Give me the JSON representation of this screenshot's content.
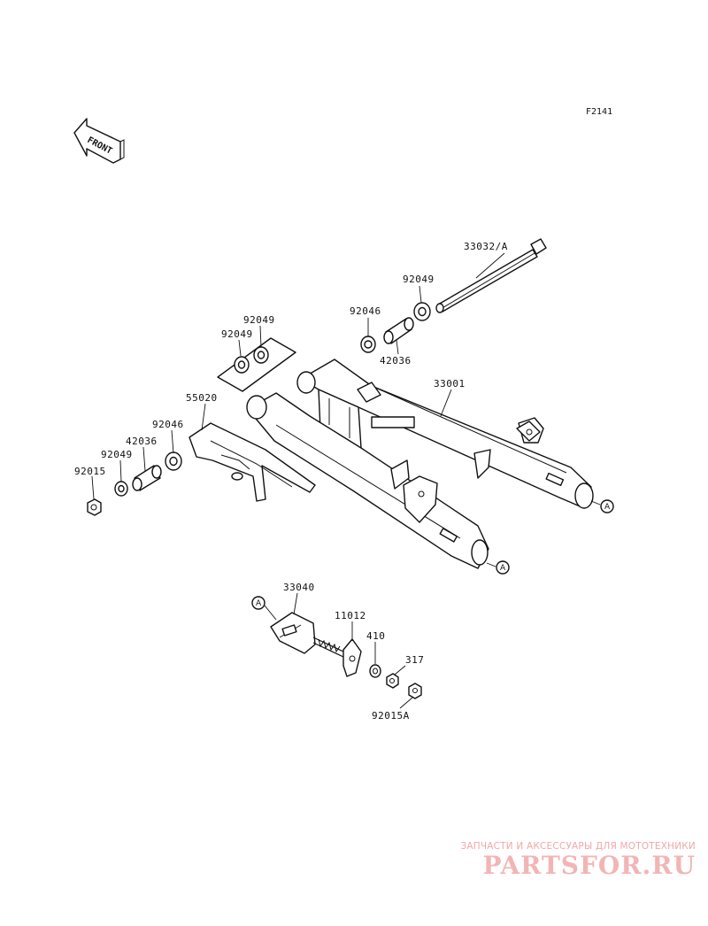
{
  "figure_code": "F2141",
  "front_label": "FRONT",
  "reference_letter": "A",
  "parts": {
    "p33032A": "33032/A",
    "p92049_top": "92049",
    "p92046_top": "92046",
    "p42036_top": "42036",
    "p92049_left_a": "92049",
    "p92049_left_b": "92049",
    "p33001": "33001",
    "p55020": "55020",
    "p92046_left": "92046",
    "p42036_left": "42036",
    "p92049_left": "92049",
    "p92015": "92015",
    "p33040": "33040",
    "p11012": "11012",
    "p410": "410",
    "p317": "317",
    "p92015A": "92015A"
  },
  "watermark": {
    "caption": "ЗАПЧАСТИ И АКСЕССУАРЫ ДЛЯ МОТОТЕХНИКИ",
    "logo": "PARTSFOR.RU"
  }
}
